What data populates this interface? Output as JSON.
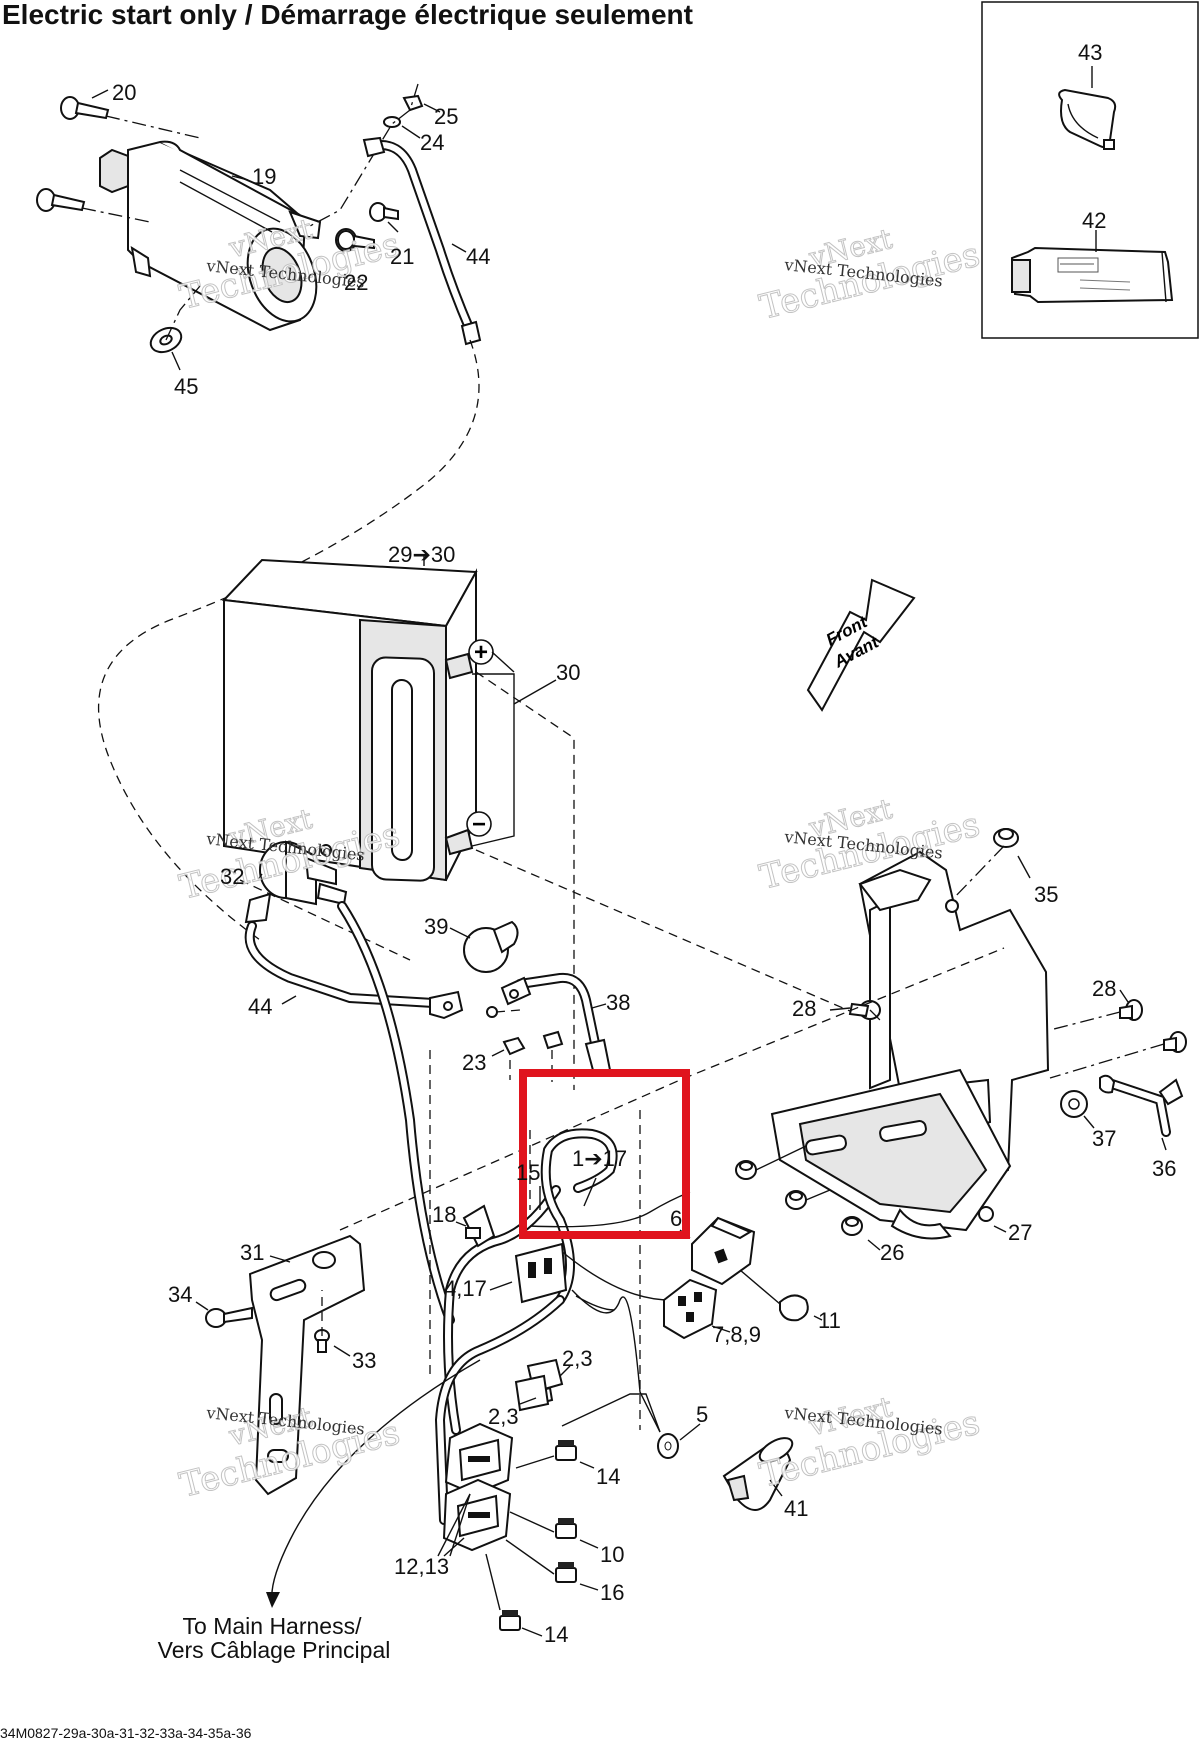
{
  "title": "Electric start only / Démarrage électrique seulement",
  "callouts": {
    "c1_17": "1➔17",
    "c2_3a": "2,3",
    "c2_3b": "2,3",
    "c4_17": "4,17",
    "c5": "5",
    "c6": "6",
    "c7_8_9": "7,8,9",
    "c10": "10",
    "c11": "11",
    "c12_13": "12,13",
    "c14a": "14",
    "c14b": "14",
    "c15": "15",
    "c16": "16",
    "c18": "18",
    "c19": "19",
    "c20": "20",
    "c21": "21",
    "c22": "22",
    "c23": "23",
    "c24": "24",
    "c25": "25",
    "c26": "26",
    "c27": "27",
    "c28a": "28",
    "c28b": "28",
    "c29_30": "29➔30",
    "c30": "30",
    "c31": "31",
    "c32": "32",
    "c33": "33",
    "c34": "34",
    "c35": "35",
    "c36": "36",
    "c37": "37",
    "c38": "38",
    "c39": "39",
    "c41": "41",
    "c42": "42",
    "c43": "43",
    "c44a": "44",
    "c44b": "44",
    "c45": "45"
  },
  "terminals": {
    "positive": "+",
    "negative": "−"
  },
  "front_arrow": {
    "line1": "Front",
    "line2": "Avant"
  },
  "harness_note": {
    "line1": "To Main Harness/",
    "line2": "Vers Câblage Principal"
  },
  "watermark": {
    "line1": "vNext",
    "line2": "Technologies",
    "small": "vNext Technologies"
  },
  "doc_code": "34M0827-29a-30a-31-32-33a-34-35a-36",
  "highlight_color": "#e0141e"
}
